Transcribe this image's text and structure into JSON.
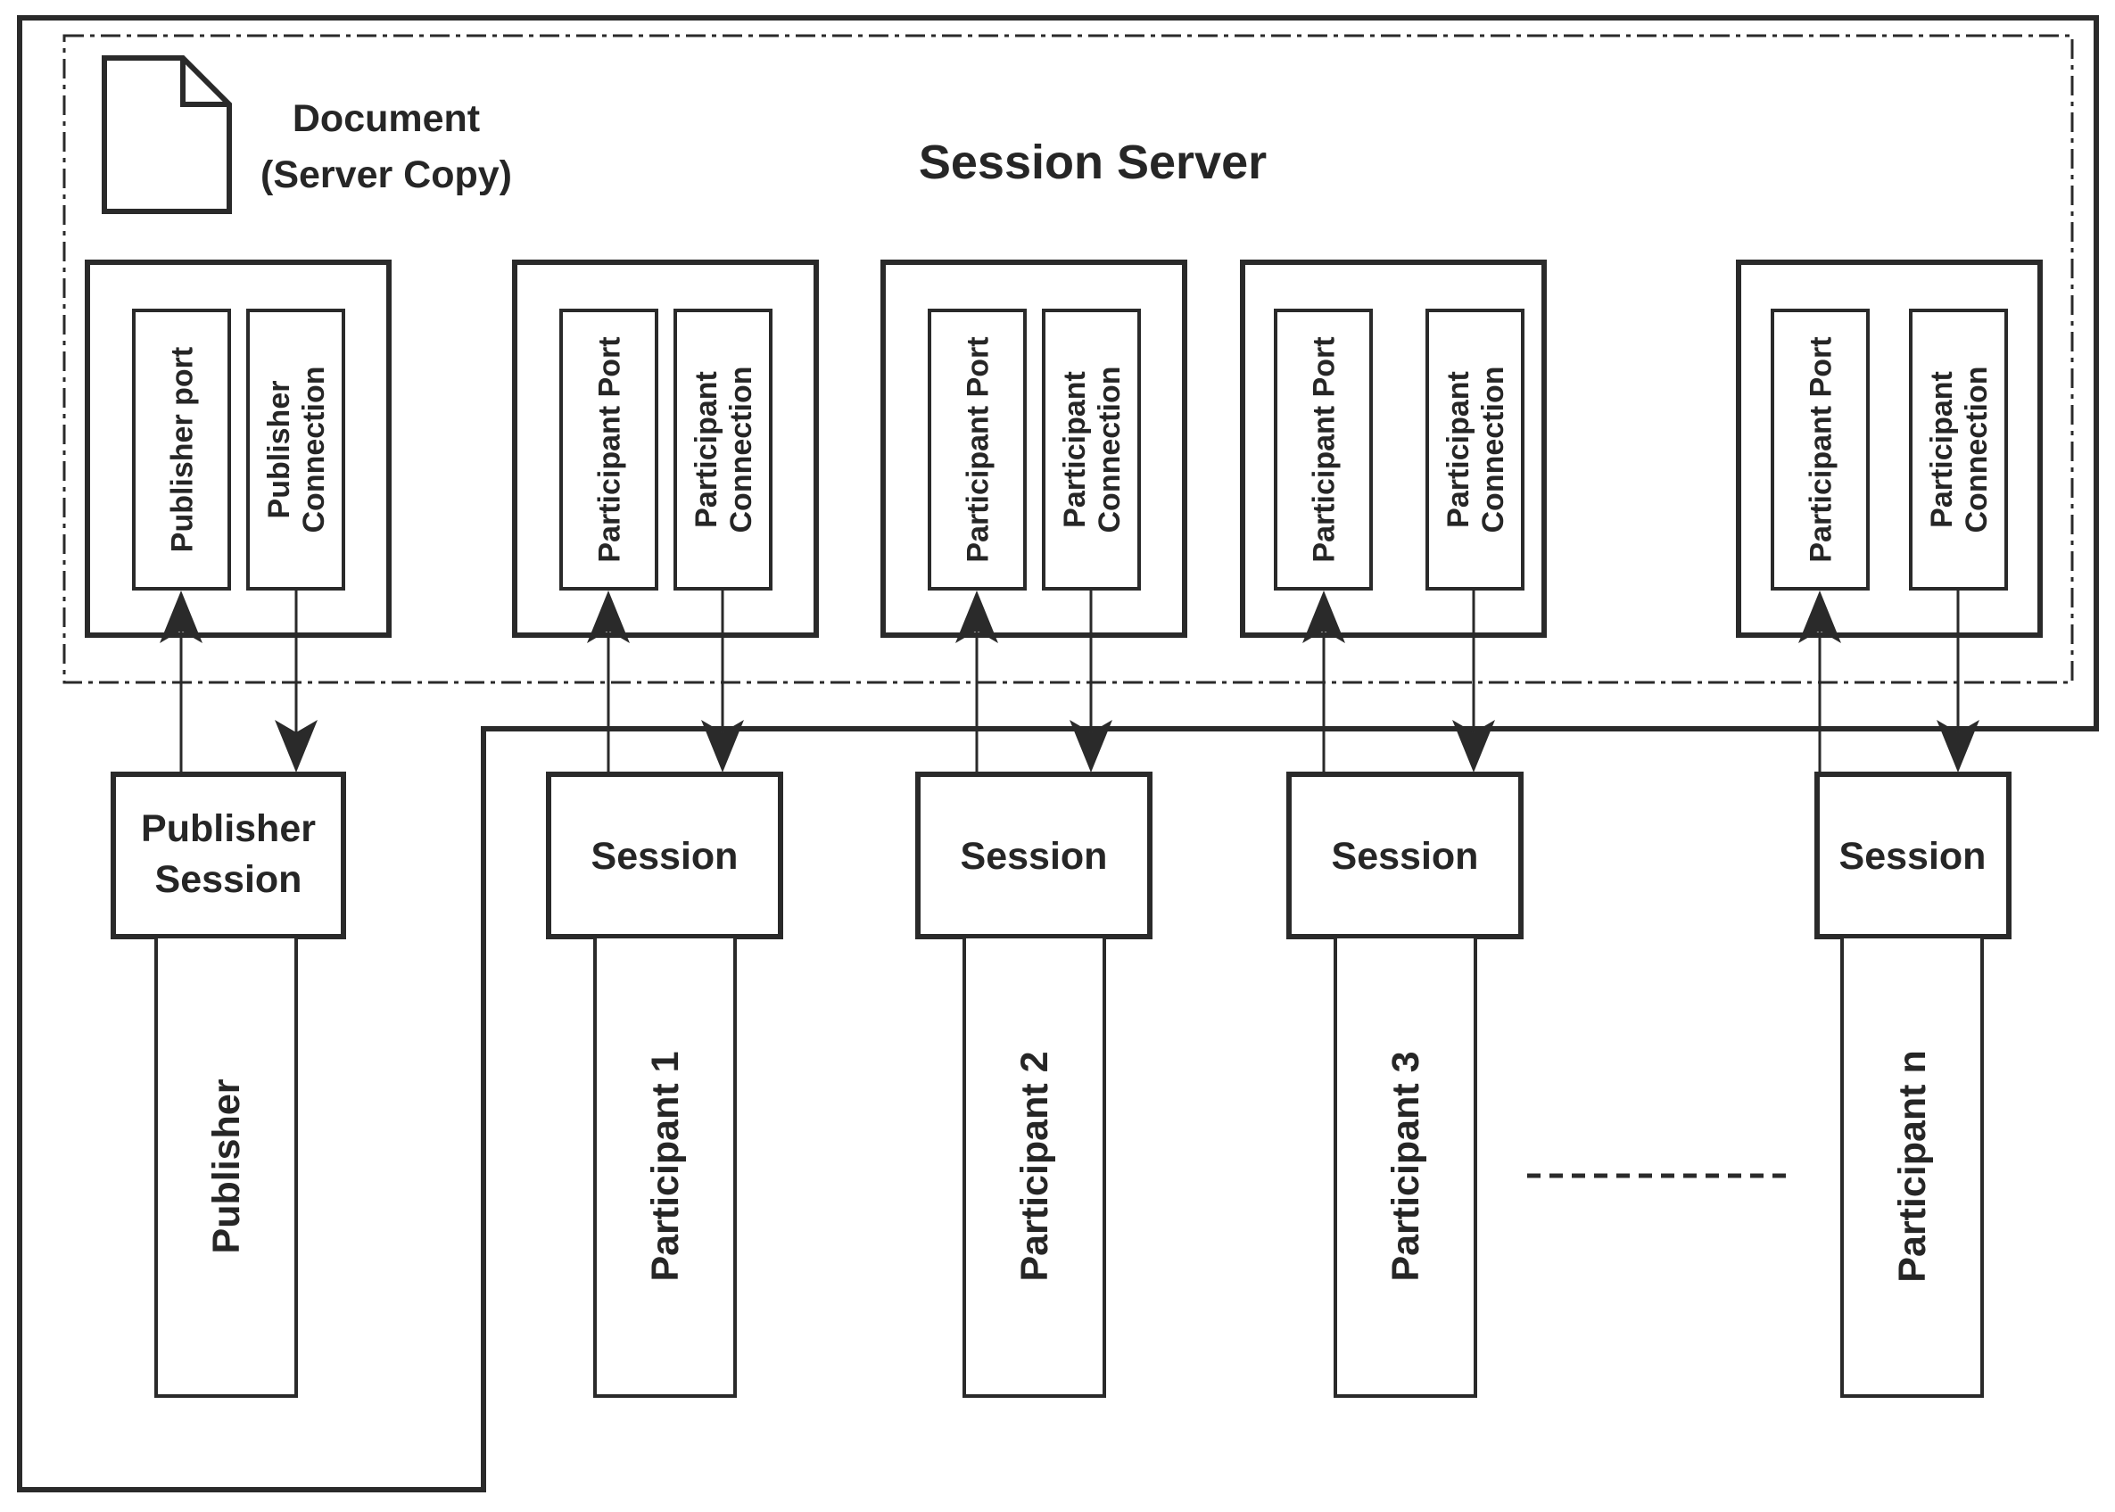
{
  "diagram": {
    "title": "Session Server",
    "document_label": [
      "Document",
      "(Server Copy)"
    ],
    "server_groups": [
      {
        "name": "publisher-group",
        "port_label": [
          "Publisher port"
        ],
        "connection_label": [
          "Publisher",
          "Connection"
        ]
      },
      {
        "name": "participant-group-1",
        "port_label": [
          "Participant Port"
        ],
        "connection_label": [
          "Participant",
          "Connection"
        ]
      },
      {
        "name": "participant-group-2",
        "port_label": [
          "Participant Port"
        ],
        "connection_label": [
          "Participant",
          "Connection"
        ]
      },
      {
        "name": "participant-group-3",
        "port_label": [
          "Participant Port"
        ],
        "connection_label": [
          "Participant",
          "Connection"
        ]
      },
      {
        "name": "participant-group-n",
        "port_label": [
          "Participant Port"
        ],
        "connection_label": [
          "Participant",
          "Connection"
        ]
      }
    ],
    "session_boxes": [
      {
        "name": "publisher-session",
        "lines": [
          "Publisher",
          "Session"
        ]
      },
      {
        "name": "session-1",
        "lines": [
          "Session"
        ]
      },
      {
        "name": "session-2",
        "lines": [
          "Session"
        ]
      },
      {
        "name": "session-3",
        "lines": [
          "Session"
        ]
      },
      {
        "name": "session-n",
        "lines": [
          "Session"
        ]
      }
    ],
    "client_boxes": [
      {
        "name": "publisher",
        "label": "Publisher"
      },
      {
        "name": "participant-1",
        "label": "Participant 1"
      },
      {
        "name": "participant-2",
        "label": "Participant 2"
      },
      {
        "name": "participant-3",
        "label": "Participant 3"
      },
      {
        "name": "participant-n",
        "label": "Participant n"
      }
    ],
    "colors": {
      "stroke": "#2a2a2a",
      "text": "#262626",
      "background": "#ffffff"
    }
  }
}
